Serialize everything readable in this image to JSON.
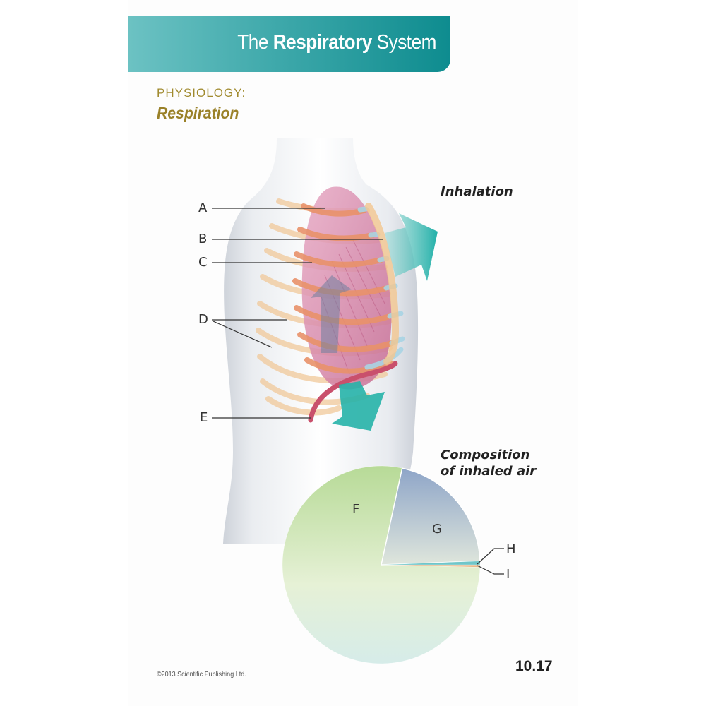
{
  "header": {
    "title_prefix": "The",
    "title_bold": "Respiratory",
    "title_suffix": "System"
  },
  "section": {
    "subject": "PHYSIOLOGY:",
    "topic": "Respiration"
  },
  "inhalation_diagram": {
    "heading": "Inhalation",
    "labels": [
      "A",
      "B",
      "C",
      "D",
      "E"
    ]
  },
  "composition_chart": {
    "heading_line1": "Composition",
    "heading_line2": "of inhaled air",
    "labels": [
      "F",
      "G",
      "H",
      "I"
    ]
  },
  "colors": {
    "banner_teal": "#0e8c8f",
    "gold_text": "#9a8128",
    "arrow_teal": "#2fb5ad",
    "lung_pink": "#d98ab0",
    "rib_orange": "#e9a46b",
    "pie_green": "#bcdc9e",
    "pie_blue": "#8fa6c8"
  },
  "chart_data": {
    "type": "pie",
    "title": "Composition of inhaled air",
    "categories": [
      "F",
      "G",
      "H",
      "I"
    ],
    "values": [
      78,
      21,
      0.6,
      0.4
    ],
    "unit": "percent (approx.)"
  },
  "footer": {
    "copyright": "©2013 Scientific Publishing Ltd.",
    "page_number": "10.17"
  }
}
